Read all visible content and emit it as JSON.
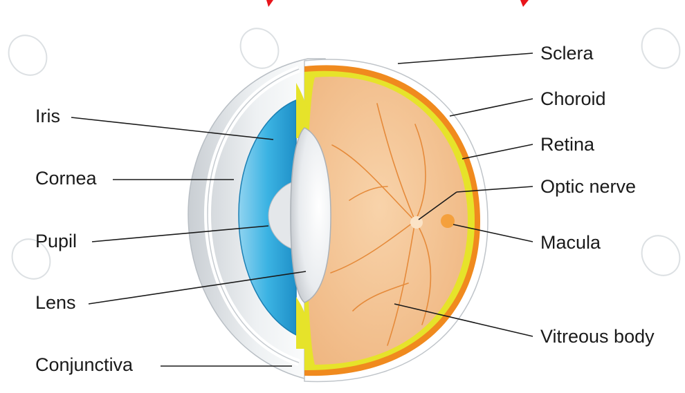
{
  "labels": {
    "sclera": "Sclera",
    "choroid": "Choroid",
    "retina": "Retina",
    "optic_nerve": "Optic nerve",
    "macula": "Macula",
    "vitreous_body": "Vitreous body",
    "iris": "Iris",
    "cornea": "Cornea",
    "pupil": "Pupil",
    "lens": "Lens",
    "conjunctiva": "Conjunctiva"
  },
  "colors": {
    "title_red": "#e8141b",
    "vitreous": "#f3c494",
    "retina_yellow": "#e6e32a",
    "choroid_orange": "#f08a1e",
    "iris_blue": "#2aa6d9",
    "macula": "#f59a2e",
    "vessel": "#e58a3a"
  },
  "icons": [
    "watermark-logo"
  ]
}
